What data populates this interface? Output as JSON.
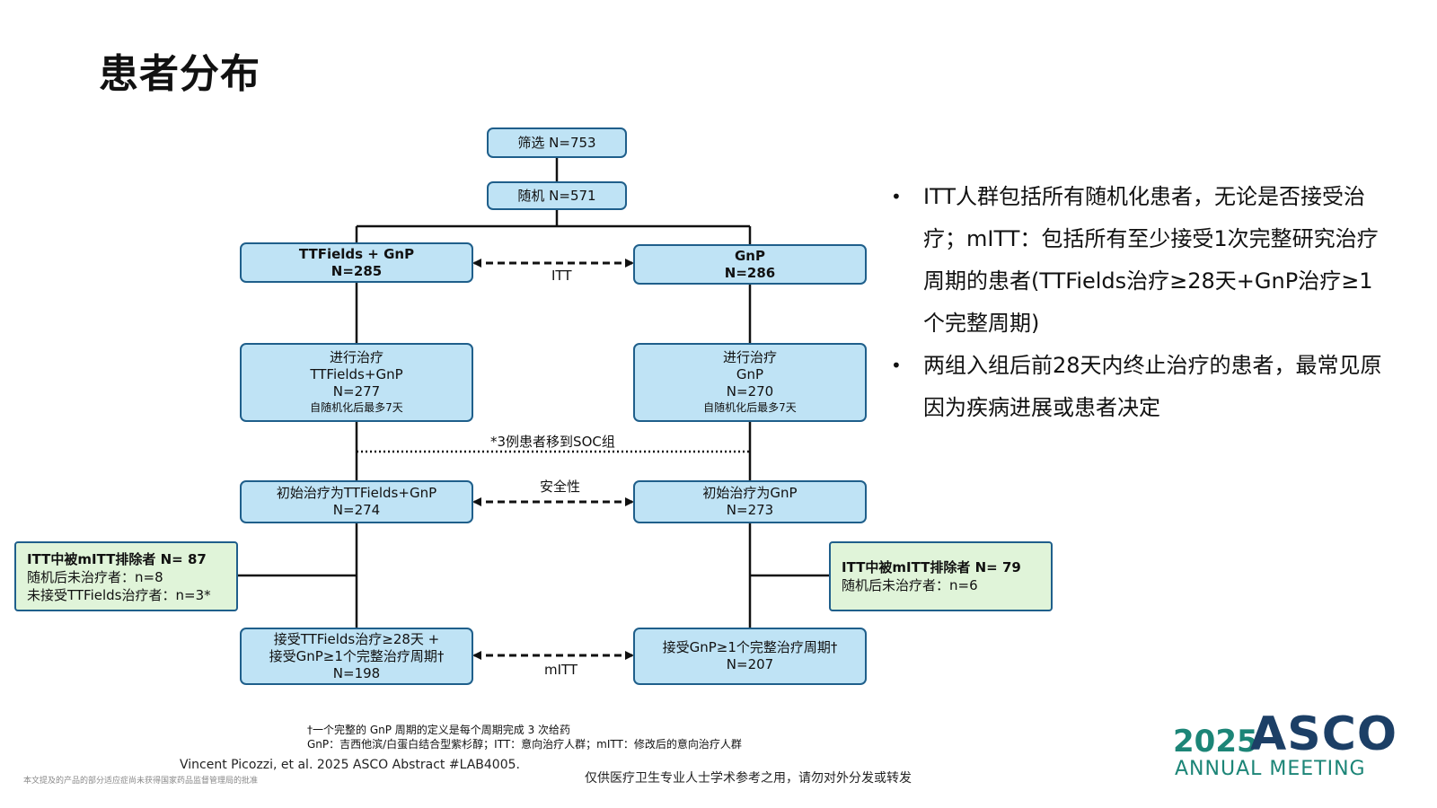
{
  "title": "患者分布",
  "flow": {
    "screen": "筛选 N=753",
    "random": "随机 N=571",
    "arm_a": {
      "name": "TTFields + GnP",
      "n": "N=285"
    },
    "arm_b": {
      "name": "GnP",
      "n": "N=286"
    },
    "itt_label": "ITT",
    "treat_a": {
      "l1": "进行治疗",
      "l2": "TTFields+GnP",
      "l3": "N=277",
      "l4": "自随机化后最多7天"
    },
    "treat_b": {
      "l1": "进行治疗",
      "l2": "GnP",
      "l3": "N=270",
      "l4": "自随机化后最多7天"
    },
    "soc_note": "*3例患者移到SOC组",
    "init_a": {
      "l1": "初始治疗为TTFields+GnP",
      "l2": "N=274"
    },
    "init_b": {
      "l1": "初始治疗为GnP",
      "l2": "N=273"
    },
    "safety_label": "安全性",
    "excl_a": {
      "title": "ITT中被mITT排除者 N= 87",
      "l1": "随机后未治疗者：n=8",
      "l2": "未接受TTFields治疗者：n=3*"
    },
    "excl_b": {
      "title": "ITT中被mITT排除者 N= 79",
      "l1": "随机后未治疗者：n=6"
    },
    "final_a": {
      "l1": "接受TTFields治疗≥28天 +",
      "l2": "接受GnP≥1个完整治疗周期†",
      "l3": "N=198"
    },
    "final_b": {
      "l1": "接受GnP≥1个完整治疗周期†",
      "l2": "N=207"
    },
    "mitt_label": "mITT"
  },
  "bullets": [
    "ITT人群包括所有随机化患者，无论是否接受治疗；mITT：包括所有至少接受1次完整研究治疗周期的患者(TTFields治疗≥28天+GnP治疗≥1个完整周期)",
    "两组入组后前28天内终止治疗的患者，最常见原因为疾病进展或患者决定"
  ],
  "bullet_symbol": "•",
  "footnotes": {
    "f1": "†一个完整的 GnP 周期的定义是每个周期完成 3 次给药",
    "f2": "GnP：吉西他滨/白蛋白结合型紫杉醇；ITT：意向治疗人群；mITT：修改后的意向治疗人群"
  },
  "citation": "Vincent Picozzi, et al. 2025 ASCO Abstract #LAB4005.",
  "disclaimer_small": "本文提及的产品的部分适应症尚未获得国家药品监督管理局的批准",
  "disclaimer": "仅供医疗卫生专业人士学术参考之用，请勿对外分发或转发",
  "logo": {
    "year": "2025",
    "name": "ASCO",
    "sub": "ANNUAL MEETING"
  },
  "colors": {
    "box_fill": "#bfe3f5",
    "box_border": "#1f5f8b",
    "green_fill": "#e0f4d9",
    "logo_teal": "#1c8577",
    "logo_navy": "#1c3f66"
  }
}
